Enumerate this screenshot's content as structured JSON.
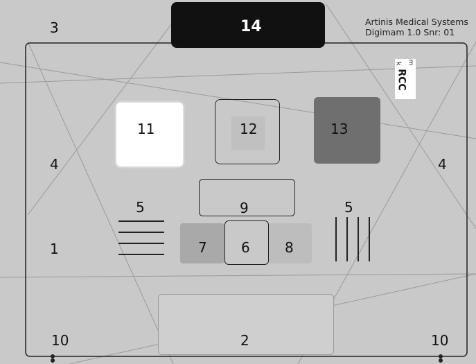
{
  "header": {
    "company": "Artinis Medical Systems",
    "model": "Digimam 1.0  Snr: 01",
    "title_number": "14"
  },
  "marker": {
    "small_letter_1": "m",
    "small_letter_2": "k",
    "view_label": "RCC"
  },
  "fields": {
    "n1": "1",
    "n2": "2",
    "n3": "3",
    "n4_left": "4",
    "n4_right": "4",
    "n5_left": "5",
    "n5_right": "5",
    "n6": "6",
    "n7": "7",
    "n8": "8",
    "n9": "9",
    "n10_left": "10",
    "n10_right": "10",
    "n11": "11",
    "n12": "12",
    "n13": "13"
  },
  "colors": {
    "background": "#c9c9c9",
    "header_bar": "#111111",
    "patch_11": "#ffffff",
    "patch_13": "#6f6f6f",
    "patch_7": "#a9a9a9",
    "patch_8": "#bdbdbd"
  }
}
